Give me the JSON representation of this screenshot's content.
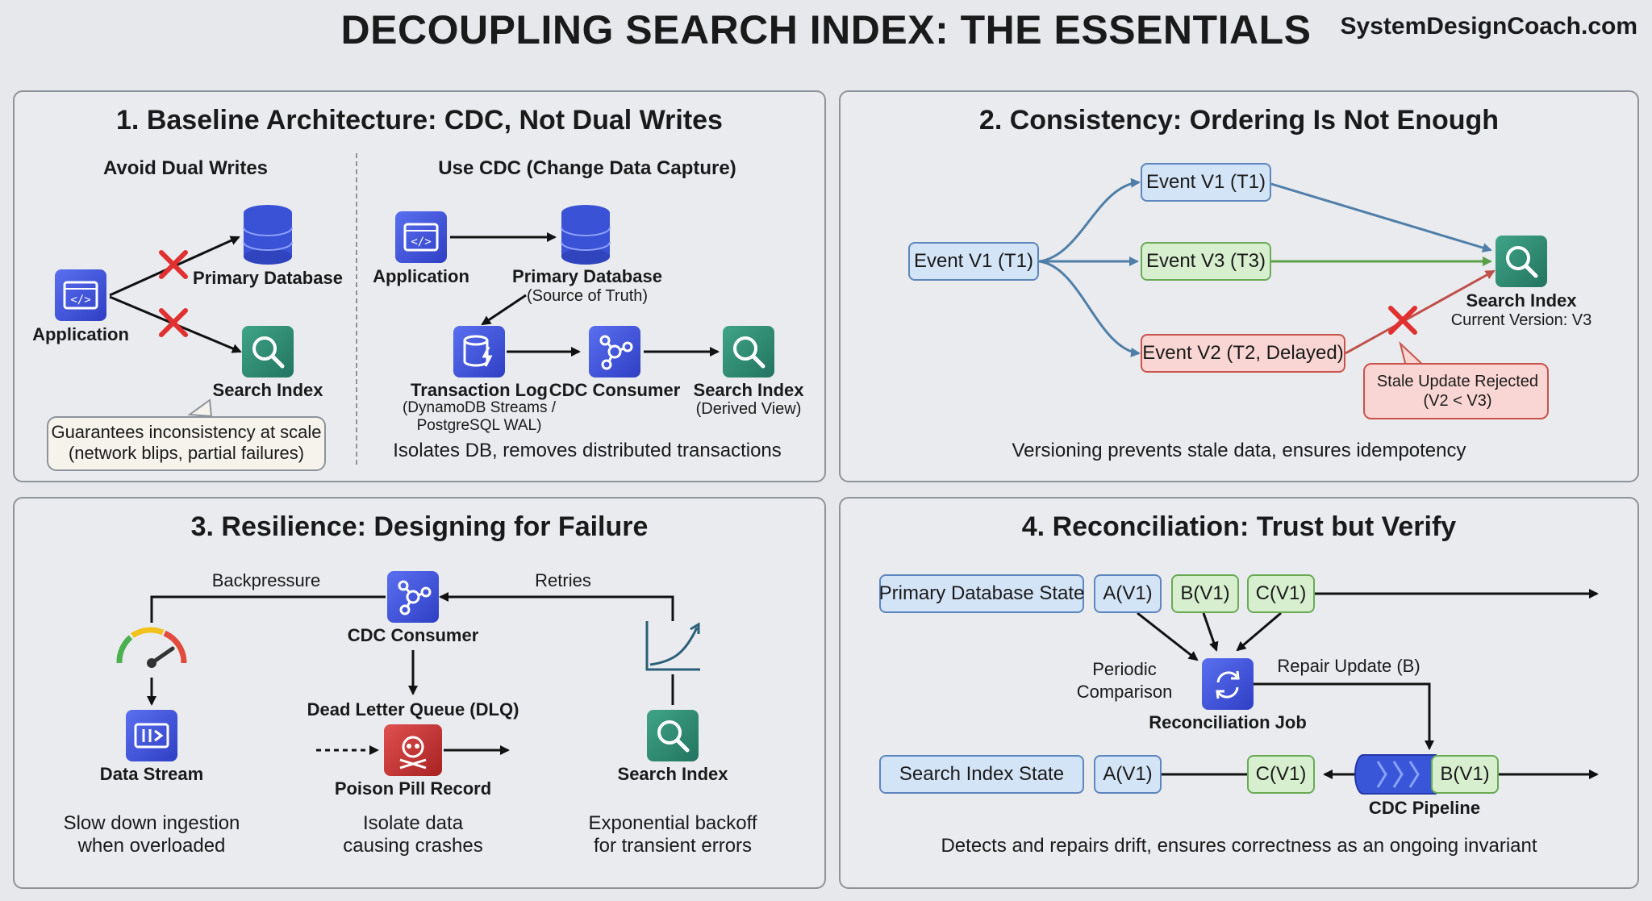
{
  "title": "DECOUPLING SEARCH INDEX: THE ESSENTIALS",
  "brand": "SystemDesignCoach.com",
  "p1": {
    "title": "1. Baseline Architecture: CDC, Not Dual Writes",
    "left_heading": "Avoid Dual Writes",
    "right_heading": "Use CDC (Change Data Capture)",
    "app": "Application",
    "primary_db": "Primary Database",
    "search_index": "Search Index",
    "note_line1": "Guarantees inconsistency at scale",
    "note_line2": "(network blips, partial failures)",
    "cdc_app": "Application",
    "cdc_db": "Primary Database",
    "cdc_db_sub": "(Source of Truth)",
    "txlog": "Transaction Log",
    "txlog_sub1": "(DynamoDB Streams /",
    "txlog_sub2": "PostgreSQL WAL)",
    "consumer": "CDC Consumer",
    "cdc_index": "Search Index",
    "cdc_index_sub": "(Derived View)",
    "caption": "Isolates DB, removes distributed transactions"
  },
  "p2": {
    "title": "2. Consistency: Ordering Is Not Enough",
    "source_event": "Event V1 (T1)",
    "event_v1": "Event V1 (T1)",
    "event_v3": "Event V3 (T3)",
    "event_v2": "Event V2 (T2, Delayed)",
    "search_index": "Search Index",
    "current_version": "Current Version: V3",
    "stale_line1": "Stale Update Rejected",
    "stale_line2": "(V2 < V3)",
    "caption": "Versioning prevents stale data, ensures idempotency"
  },
  "p3": {
    "title": "3. Resilience: Designing for Failure",
    "backpressure": "Backpressure",
    "retries": "Retries",
    "consumer": "CDC Consumer",
    "dlq": "Dead Letter Queue (DLQ)",
    "data_stream": "Data Stream",
    "poison": "Poison Pill Record",
    "search_index": "Search Index",
    "cap1_line1": "Slow down ingestion",
    "cap1_line2": "when overloaded",
    "cap2_line1": "Isolate data",
    "cap2_line2": "causing crashes",
    "cap3_line1": "Exponential backoff",
    "cap3_line2": "for transient errors"
  },
  "p4": {
    "title": "4. Reconciliation: Trust but Verify",
    "db_state": "Primary Database State",
    "a_v1": "A(V1)",
    "b_v1": "B(V1)",
    "c_v1": "C(V1)",
    "periodic1": "Periodic",
    "periodic2": "Comparison",
    "repair": "Repair Update (B)",
    "job": "Reconciliation Job",
    "index_state": "Search Index State",
    "idx_a": "A(V1)",
    "idx_c": "C(V1)",
    "pipe_b": "B(V1)",
    "pipeline": "CDC Pipeline",
    "caption": "Detects and repairs drift, ensures correctness as an ongoing invariant"
  },
  "colors": {
    "blue_icon": "#3f51d8",
    "green_icon": "#2f8a70",
    "red_icon": "#c73535",
    "arrow_blue": "#4f7ea8",
    "arrow_green": "#5aa048",
    "arrow_red": "#c0504a",
    "cross": "#e03030"
  }
}
